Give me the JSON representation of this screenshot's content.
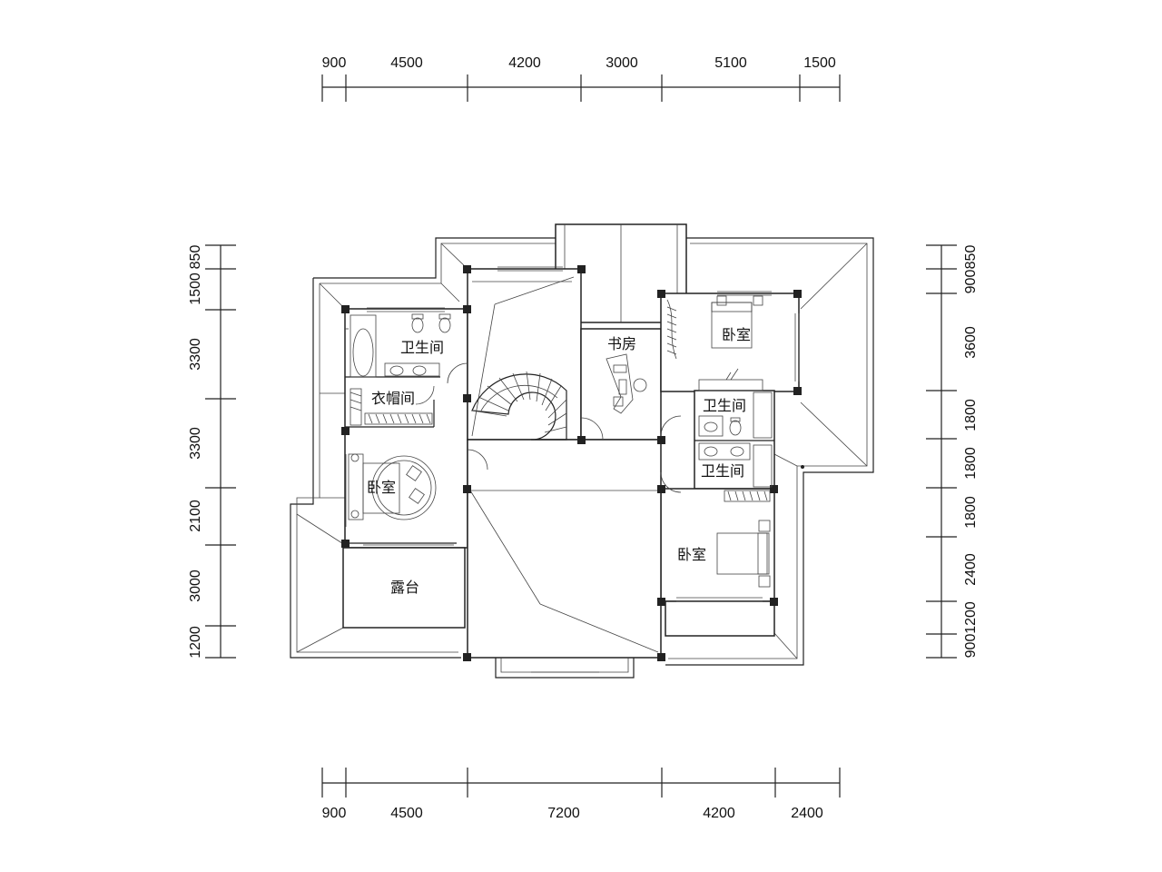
{
  "top_dims": [
    "900",
    "4500",
    "4200",
    "3000",
    "5100",
    "1500"
  ],
  "bottom_dims": [
    "900",
    "4500",
    "7200",
    "4200",
    "2400"
  ],
  "left_dims": [
    "850",
    "1500",
    "3300",
    "3300",
    "2100",
    "3000",
    "1200"
  ],
  "right_dims": [
    "850",
    "900",
    "3600",
    "1800",
    "1800",
    "1800",
    "2400",
    "1200",
    "900"
  ],
  "rooms": {
    "bath_left": "卫生间",
    "cloakroom": "衣帽间",
    "bedroom_left": "卧室",
    "terrace": "露台",
    "study": "书房",
    "bedroom_top_right": "卧室",
    "bath_right_1": "卫生间",
    "bath_right_2": "卫生间",
    "bedroom_right": "卧室"
  }
}
